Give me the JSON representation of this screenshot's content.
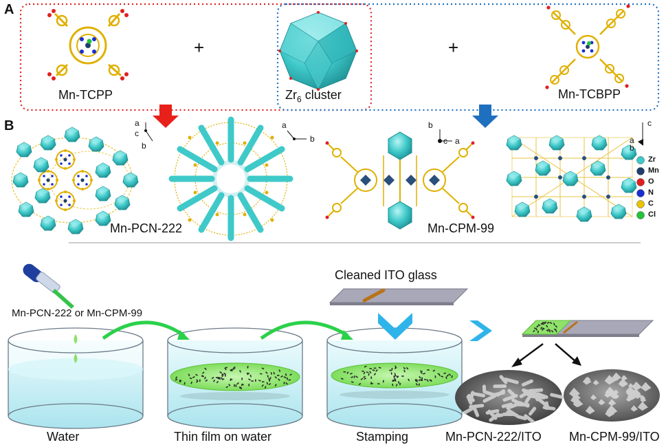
{
  "panel_labels": {
    "a": "A",
    "b": "B"
  },
  "part_a": {
    "plus": "+",
    "mn_tcpp": "Mn-TCPP",
    "zr6_prefix": "Zr",
    "zr6_sub": "6",
    "zr6_suffix": " cluster",
    "mn_tcbpp": "Mn-TCBPP"
  },
  "part_b": {
    "mn_pcn_222": "Mn-PCN-222",
    "mn_cpm_99": "Mn-CPM-99",
    "axes1": {
      "a": "a",
      "c": "c",
      "b": "b"
    },
    "axes2": {
      "a": "a",
      "b": "b"
    },
    "axes3": {
      "b": "b",
      "c": "c",
      "a": "a"
    },
    "axes4": {
      "c": "c",
      "a": "a",
      "b": "b"
    },
    "legend": [
      {
        "label": "Zr",
        "color": "#3fc9c9"
      },
      {
        "label": "Mn",
        "color": "#1f3f6b"
      },
      {
        "label": "O",
        "color": "#e02020"
      },
      {
        "label": "N",
        "color": "#1a2fd0"
      },
      {
        "label": "C",
        "color": "#e8c400"
      },
      {
        "label": "Cl",
        "color": "#22c43a"
      }
    ]
  },
  "process": {
    "source": "Mn-PCN-222 or Mn-CPM-99",
    "ito": "Cleaned ITO glass",
    "water": "Water",
    "thin_film": "Thin film on water",
    "stamping": "Stamping",
    "result1": "Mn-PCN-222/ITO",
    "result2": "Mn-CPM-99/ITO"
  },
  "colors": {
    "red_box": "#e02020",
    "blue_box": "#1f6fbf",
    "red_arrow": "#e8201a",
    "blue_arrow": "#1f6fbf",
    "cyan": "#3fc9c9",
    "water": "#bfeef5",
    "film": "#8fe26a",
    "linker": "#e0b000",
    "green_arrow": "#2bd14a"
  }
}
